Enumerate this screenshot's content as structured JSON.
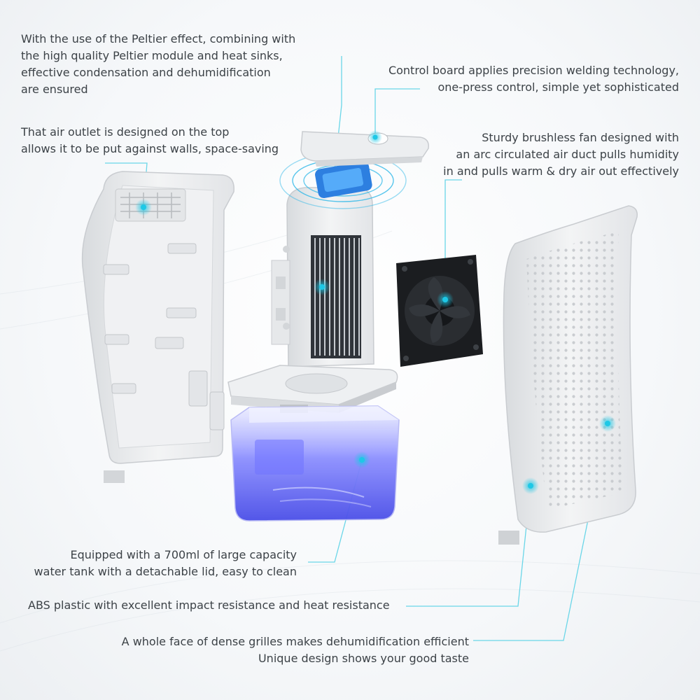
{
  "colors": {
    "accent": "#1ec8e6",
    "tank_blue": "#5a5ef0",
    "body": "#e9ebee",
    "line": "#6ad6e8"
  },
  "icons": [
    "hotspot-dot-icon",
    "fan-icon",
    "button-icon"
  ],
  "captions": {
    "peltier": {
      "line1": "With the use of the Peltier effect, combining with",
      "line2": "the high quality Peltier module and heat sinks,",
      "line3": "effective condensation and dehumidification",
      "line4": "are ensured"
    },
    "control": {
      "line1": "Control board applies precision welding technology,",
      "line2": "one-press control, simple yet sophisticated"
    },
    "outlet": {
      "line1": "That air outlet is designed on the top",
      "line2": "allows it to be put against walls, space-saving"
    },
    "fan": {
      "line1": "Sturdy brushless fan designed with",
      "line2": "an arc circulated air duct pulls humidity",
      "line3": "in and pulls warm & dry air out effectively"
    },
    "tank": {
      "line1": "Equipped with a 700ml of large capacity",
      "line2": "water tank with a detachable lid, easy to clean"
    },
    "abs": {
      "line1": "ABS plastic with excellent impact resistance and heat resistance"
    },
    "grille": {
      "line1": "A whole face of dense grilles makes dehumidification efficient",
      "line2": "Unique design shows your good taste"
    }
  }
}
